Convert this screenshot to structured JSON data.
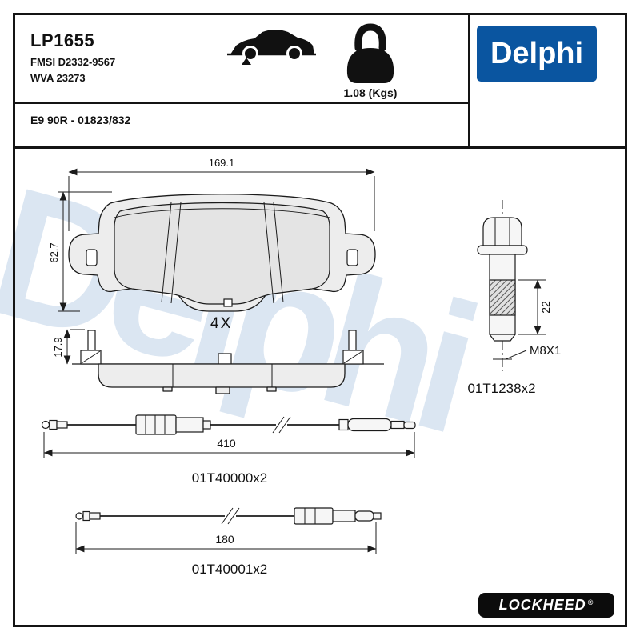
{
  "header": {
    "part_number": "LP1655",
    "fmsi": "FMSI D2332-9567",
    "wva": "WVA 23273",
    "approval": "E9 90R - 01823/832",
    "weight_label": "1.08 (Kgs)",
    "brand": "Delphi"
  },
  "watermark_text": "Delphi",
  "pad_top_view": {
    "width_dim": "169.1",
    "height_dim": "62.7",
    "quantity": "4X"
  },
  "pad_side_view": {
    "thickness_dim": "17.9"
  },
  "bolt": {
    "length_dim": "22",
    "thread_label": "M8X1",
    "part_number": "01T1238x2"
  },
  "sensor_long": {
    "length_dim": "410",
    "part_number": "01T40000x2"
  },
  "sensor_short": {
    "length_dim": "180",
    "part_number": "01T40001x2"
  },
  "footer": {
    "brand": "LOCKHEED",
    "registered": "®"
  },
  "colors": {
    "delphi_blue": "#0a55a0",
    "watermark": "#dbe6f2",
    "line": "#1b1b1b"
  }
}
